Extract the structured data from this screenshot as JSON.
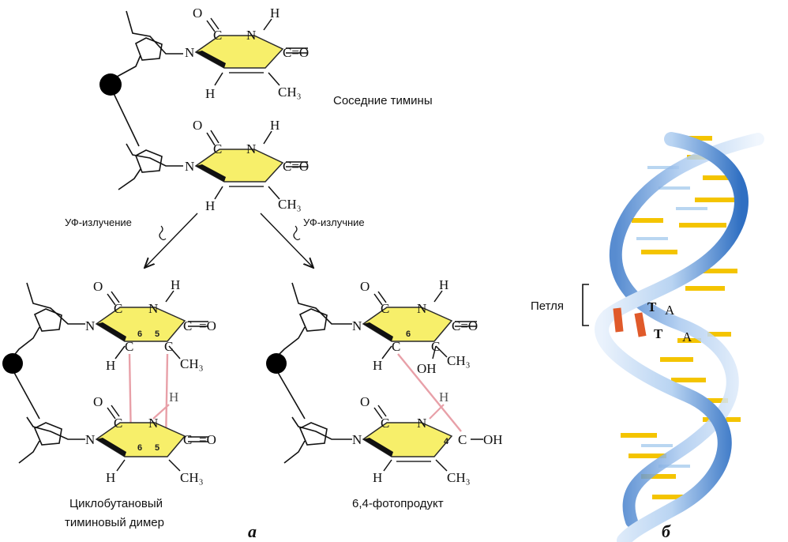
{
  "atoms": {
    "N": "N",
    "C": "C",
    "O": "O",
    "H": "H",
    "CH3": "CH₃",
    "OH": "OH",
    "double_O": "=O",
    "C_double_O": "C=O",
    "C_OH": "C–OH"
  },
  "ring_numbers": {
    "n6": "6",
    "n5": "5",
    "n4": "4"
  },
  "labels": {
    "adjacent_thymines": "Соседние тимины",
    "uv_left": "УФ-излучение",
    "uv_right": "УФ-излучние",
    "cyclobutane_line1": "Циклобутановый",
    "cyclobutane_line2": "тиминовый димер",
    "photoproduct": "6,4-фотопродукт",
    "loop": "Петля",
    "panel_a": "а",
    "panel_b": "б"
  },
  "helix_bases": {
    "t1": "T",
    "a1": "A",
    "t2": "T",
    "a2": "A"
  },
  "colors": {
    "ring_fill": "#f7ef6a",
    "ring_edge": "#2a2a2a",
    "crosslink": "#e8a0a8",
    "backbone_light": "#dbe9f8",
    "backbone_dark": "#3a78c8",
    "base_yellow": "#f4c400",
    "lesion_red": "#e05a2a",
    "phosphate": "#000000"
  }
}
